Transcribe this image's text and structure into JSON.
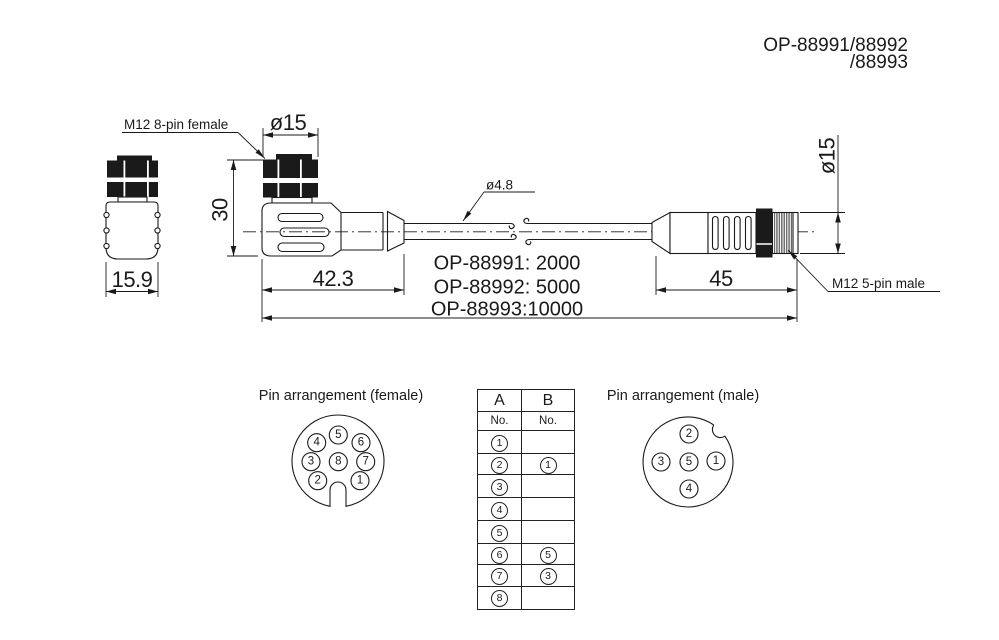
{
  "header": {
    "part_line1": "OP-88991/88992",
    "part_line2": "/88993"
  },
  "drawing": {
    "label_female": "M12 8-pin female",
    "label_male": "M12 5-pin male",
    "label_cable_dia": "ø4.8",
    "dim_female_dia": "ø15",
    "dim_male_dia": "ø15",
    "dim_female_height": "30",
    "dim_female_width": "15.9",
    "dim_female_length": "42.3",
    "dim_male_length": "45",
    "cable_length_1": "OP-88991: 2000",
    "cable_length_2": "OP-88992: 5000",
    "cable_length_3": "OP-88993:10000"
  },
  "pin_female": {
    "title": "Pin arrangement (female)",
    "pins": [
      "1",
      "2",
      "3",
      "4",
      "5",
      "6",
      "7",
      "8"
    ]
  },
  "pin_male": {
    "title": "Pin arrangement (male)",
    "pins": [
      "1",
      "2",
      "3",
      "4",
      "5"
    ]
  },
  "table": {
    "col_a": "A",
    "col_b": "B",
    "no_label": "No.",
    "rows": [
      {
        "a": "1",
        "b": ""
      },
      {
        "a": "2",
        "b": "1"
      },
      {
        "a": "3",
        "b": ""
      },
      {
        "a": "4",
        "b": ""
      },
      {
        "a": "5",
        "b": ""
      },
      {
        "a": "6",
        "b": "5"
      },
      {
        "a": "7",
        "b": "3"
      },
      {
        "a": "8",
        "b": ""
      }
    ]
  }
}
